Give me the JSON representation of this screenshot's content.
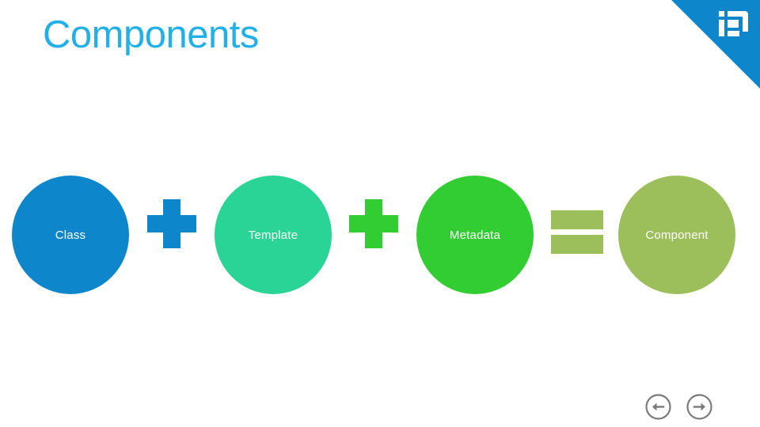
{
  "slide": {
    "title": "Components",
    "title_color": "#22b0e8",
    "background": "#ffffff"
  },
  "branding": {
    "corner_color": "#0e86cb",
    "logo_icon": "bracket-logo-icon"
  },
  "diagram": {
    "type": "equation",
    "nodes": [
      {
        "label": "Class",
        "color": "#0e86cb",
        "text_color": "#ffffff"
      },
      {
        "label": "Template",
        "color": "#2ad396",
        "text_color": "#ffffff"
      },
      {
        "label": "Metadata",
        "color": "#32cd32",
        "text_color": "#ffffff"
      },
      {
        "label": "Component",
        "color": "#9cbf5b",
        "text_color": "#ffffff"
      }
    ],
    "operators": [
      {
        "symbol": "+",
        "name": "plus-operator-1",
        "color": "#0e86cb"
      },
      {
        "symbol": "+",
        "name": "plus-operator-2",
        "color": "#32cd32"
      },
      {
        "symbol": "=",
        "name": "equals-operator",
        "color": "#9cbf5b"
      }
    ]
  },
  "navigation": {
    "previous_label": "Previous slide",
    "next_label": "Next slide",
    "arrow_color": "#7a7a7a"
  }
}
